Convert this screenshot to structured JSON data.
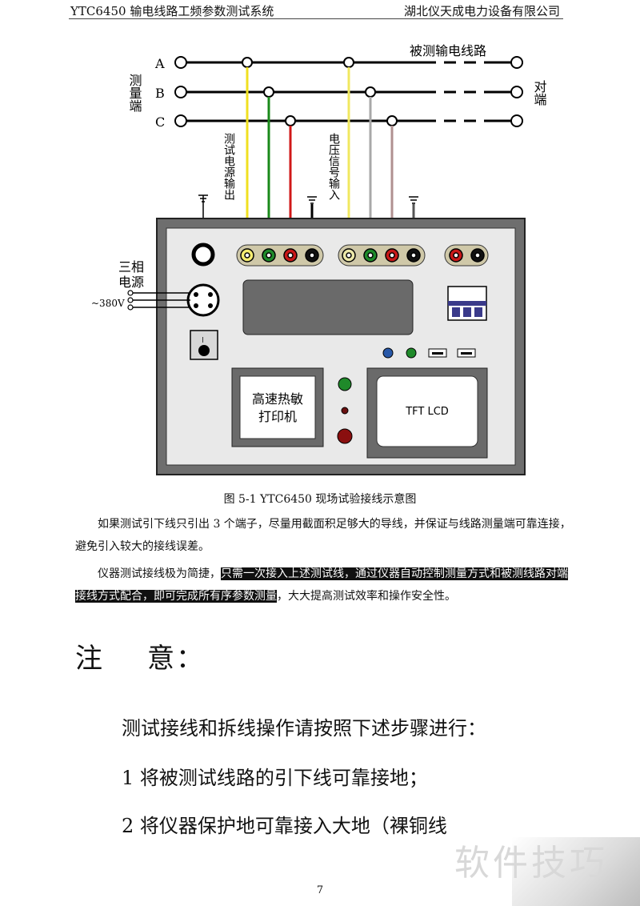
{
  "header": {
    "left": "YTC6450 输电线路工频参数测试系统",
    "right": "湖北仪天成电力设备有限公司"
  },
  "diagram": {
    "phases": [
      "A",
      "B",
      "C"
    ],
    "line_label": "被测输电线路",
    "measure_end_label": "测量端",
    "far_end_label": "对端",
    "test_output_label": "测试电源输出",
    "voltage_input_label": "电压信号输入",
    "power_label_line1": "三相",
    "power_label_line2": "电源",
    "voltage_label": "~380V",
    "printer_label_line1": "高速热敏",
    "printer_label_line2": "打印机",
    "lcd_label": "TFT LCD",
    "switch_mark": "I"
  },
  "caption": "图 5-1 YTC6450 现场试验接线示意图",
  "para1": "如果测试引下线只引出 3 个端子，尽量用截面积足够大的导线，并保证与线路测量端可靠连接，避免引入较大的接线误差。",
  "para2": {
    "before": "仪器测试接线极为简捷，",
    "highlight": "只需一次接入上述测试线，通过仪器自动控制测量方式和被测线路对端接线方式配合，即可完成所有序参数测量",
    "after": "，大大提高测试效率和操作安全性。"
  },
  "note_title_a": "注",
  "note_title_b": "意：",
  "steps": {
    "intro": "测试接线和拆线操作请按照下述步骤进行：",
    "s1": "1  将被测试线路的引下线可靠接地；",
    "s2": "2  将仪器保护地可靠接入大地（裸铜线"
  },
  "page_number": "7",
  "watermark": "软件技巧"
}
